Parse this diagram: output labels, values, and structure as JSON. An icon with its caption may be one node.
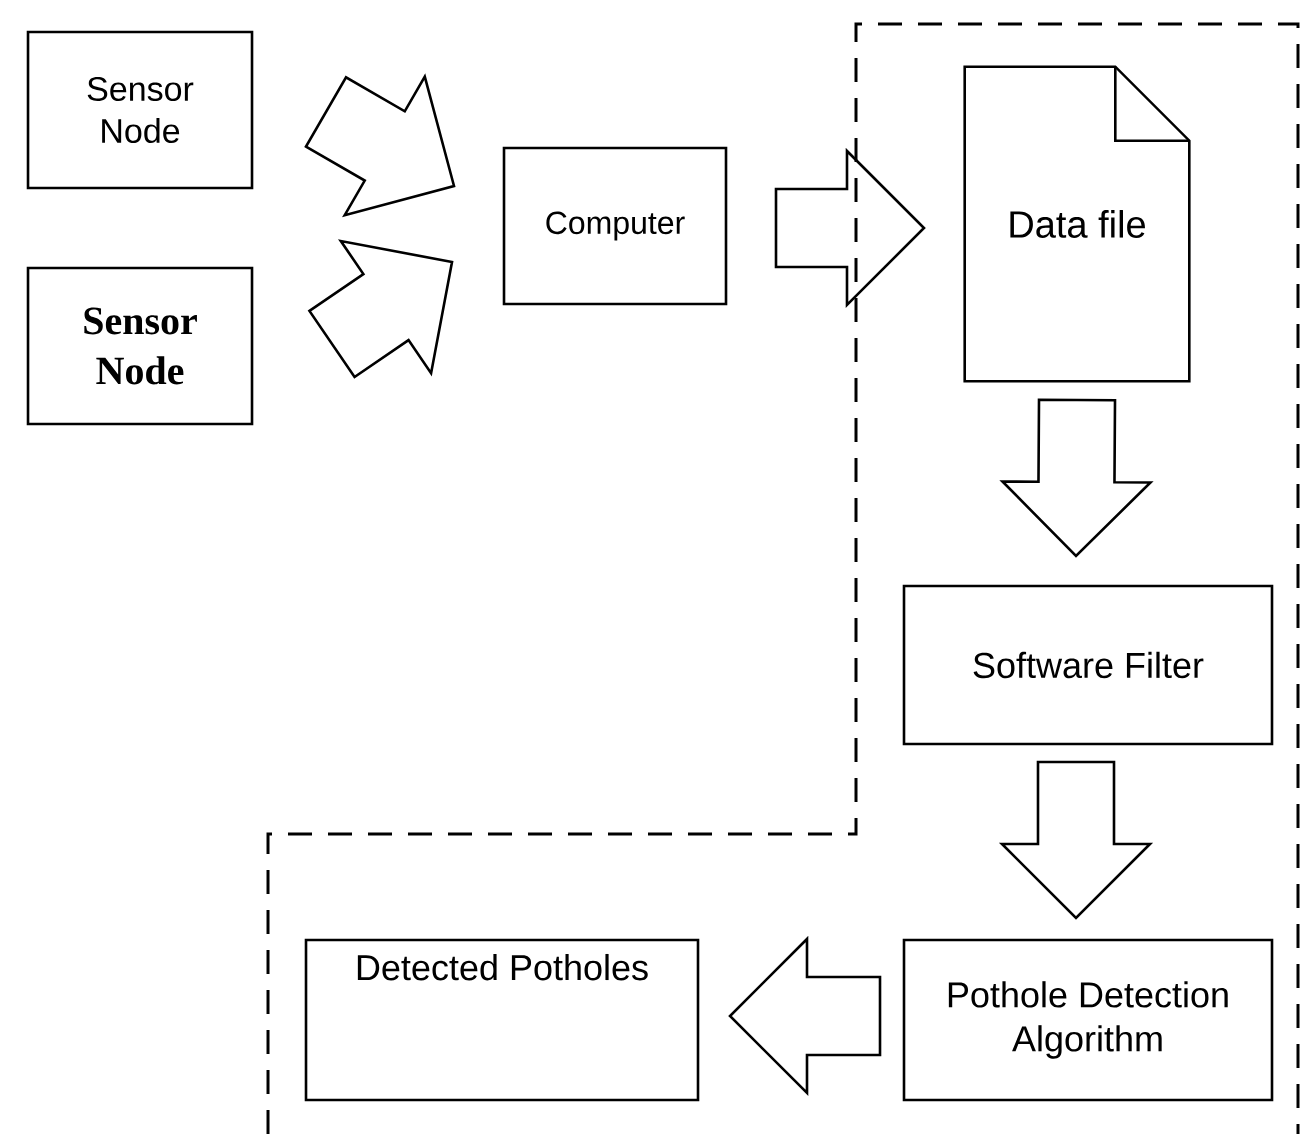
{
  "diagram": {
    "nodes": [
      {
        "text": [
          "Sensor Node"
        ]
      },
      {
        "text": [
          "Sensor Node"
        ]
      },
      {
        "text": [
          "Computer"
        ]
      },
      {
        "text": [
          "Data file"
        ]
      },
      {
        "text": [
          "Software Filter"
        ]
      },
      {
        "text": [
          "Pothole Detection Algorithm"
        ]
      },
      {
        "text": [
          "Detected Potholes"
        ]
      }
    ],
    "edges": [
      {
        "from": 0,
        "to": 2,
        "arrow": "to"
      },
      {
        "from": 1,
        "to": 2,
        "arrow": "to"
      },
      {
        "from": 2,
        "to": 3,
        "arrow": "to"
      },
      {
        "from": 3,
        "to": 4,
        "arrow": "to"
      },
      {
        "from": 4,
        "to": 5,
        "arrow": "to"
      },
      {
        "from": 5,
        "to": 6,
        "arrow": "to"
      }
    ]
  }
}
